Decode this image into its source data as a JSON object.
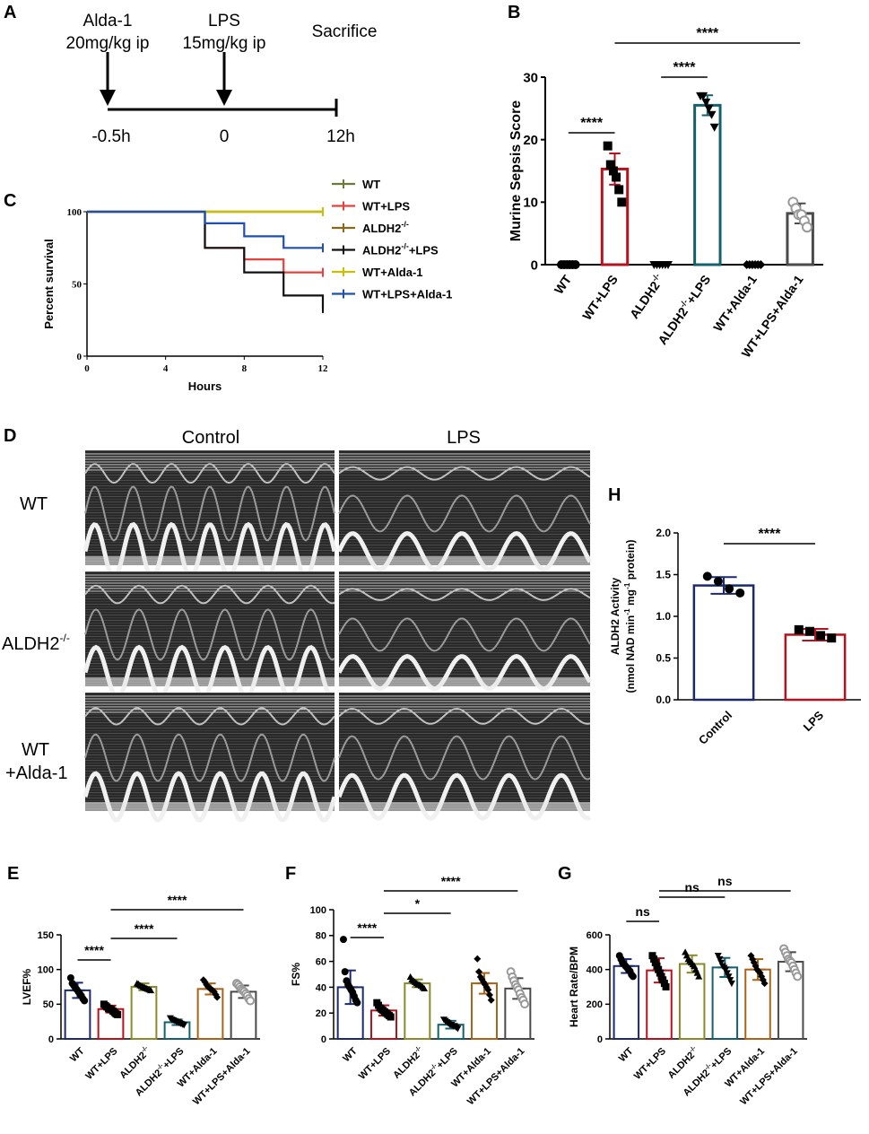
{
  "panel_labels": {
    "A": "A",
    "B": "B",
    "C": "C",
    "D": "D",
    "E": "E",
    "F": "F",
    "G": "G",
    "H": "H"
  },
  "timeline": {
    "events": [
      {
        "l1": "Alda-1",
        "l2": "20mg/kg ip",
        "tick": "-0.5h"
      },
      {
        "l1": "LPS",
        "l2": "15mg/kg ip",
        "tick": "0"
      },
      {
        "l1": "Sacrifice",
        "l2": "",
        "tick": "12h"
      }
    ]
  },
  "echo": {
    "col_titles": [
      "Control",
      "LPS"
    ],
    "row_labels": [
      {
        "main": "WT",
        "sup": "",
        "sub": ""
      },
      {
        "main": "ALDH2",
        "sup": "-/-",
        "sub": ""
      },
      {
        "main": "WT",
        "sup": "",
        "sub": "+Alda-1"
      }
    ]
  },
  "colors": {
    "WT": "#1a2a6c",
    "WT+LPS": "#b5121b",
    "ALDH2-/-": "#8a8a2a",
    "ALDH2-/-+LPS": "#14606e",
    "WT+Alda-1": "#a86418",
    "WT+LPS+Alda-1": "#4a4a4a",
    "surv_WT": "#6b7a3a",
    "surv_WT+LPS": "#e8403a",
    "surv_ALDH2": "#8b6914",
    "surv_ALDH2LPS": "#111111",
    "surv_WTAlda": "#c8c000",
    "surv_WTLPSAlda": "#1f4fb0"
  },
  "chart_data": [
    {
      "id": "B",
      "type": "bar",
      "ylabel": "Murine Sepsis Score",
      "ylim": [
        0,
        30
      ],
      "yticks": [
        "0",
        "10",
        "20",
        "30"
      ],
      "categories": [
        {
          "m": "WT",
          "s": ""
        },
        {
          "m": "WT+LPS",
          "s": ""
        },
        {
          "m": "ALDH2",
          "s": ""
        },
        {
          "m": "ALDH2",
          "s": "+LPS"
        },
        {
          "m": "WT+Alda-1",
          "s": ""
        },
        {
          "m": "WT+LPS+Alda-1",
          "s": ""
        }
      ],
      "cat_keys": [
        "WT",
        "WT+LPS",
        "ALDH2-/-",
        "ALDH2-/-+LPS",
        "WT+Alda-1",
        "WT+LPS+Alda-1"
      ],
      "values": [
        0,
        15.3,
        0,
        25.5,
        0,
        8.2
      ],
      "errors": [
        0,
        2.5,
        0,
        1.6,
        0,
        1.6
      ],
      "markers": [
        "circle",
        "square",
        "triangle-down",
        "triangle-down",
        "diamond",
        "open-circle"
      ],
      "points": [
        [
          0,
          0,
          0,
          0,
          0,
          0
        ],
        [
          19,
          16,
          15,
          14,
          12,
          10
        ],
        [
          0,
          0,
          0,
          0,
          0,
          0
        ],
        [
          27,
          27,
          26,
          25,
          24,
          22
        ],
        [
          0,
          0,
          0,
          0,
          0,
          0
        ],
        [
          10,
          9,
          8,
          8,
          7,
          6
        ]
      ],
      "sig": [
        {
          "from": 0,
          "to": 1,
          "label": "****",
          "level": 0
        },
        {
          "from": 2,
          "to": 3,
          "label": "****",
          "level": 1
        },
        {
          "from": 1,
          "to": 5,
          "label": "****",
          "level": 2
        }
      ]
    },
    {
      "id": "C",
      "type": "line",
      "xlabel": "Hours",
      "ylabel": "Percent survival",
      "xlim": [
        0,
        12
      ],
      "ylim": [
        0,
        100
      ],
      "xticks": [
        "0",
        "4",
        "8",
        "12"
      ],
      "yticks": [
        "0",
        "50",
        "100"
      ],
      "series": [
        {
          "name": "WT",
          "name_sup": "",
          "name_tail": "",
          "key": "surv_WT",
          "x": [
            0,
            12
          ],
          "y": [
            100,
            100
          ]
        },
        {
          "name": "WT+LPS",
          "name_sup": "",
          "name_tail": "",
          "key": "surv_WT+LPS",
          "x": [
            0,
            6,
            6,
            8,
            8,
            10,
            10,
            12
          ],
          "y": [
            100,
            100,
            75,
            75,
            67,
            67,
            58,
            58
          ]
        },
        {
          "name": "ALDH2",
          "name_sup": "-/-",
          "name_tail": "",
          "key": "surv_ALDH2",
          "x": [
            0,
            12
          ],
          "y": [
            100,
            100
          ]
        },
        {
          "name": "ALDH2",
          "name_sup": "-/-",
          "name_tail": "+LPS",
          "key": "surv_ALDH2LPS",
          "x": [
            0,
            6,
            6,
            8,
            8,
            10,
            10,
            12,
            12
          ],
          "y": [
            100,
            100,
            75,
            75,
            58,
            58,
            42,
            42,
            33
          ]
        },
        {
          "name": "WT+Alda-1",
          "name_sup": "",
          "name_tail": "",
          "key": "surv_WTAlda",
          "x": [
            0,
            12
          ],
          "y": [
            100,
            100
          ]
        },
        {
          "name": "WT+LPS+Alda-1",
          "name_sup": "",
          "name_tail": "",
          "key": "surv_WTLPSAlda",
          "x": [
            0,
            6,
            6,
            8,
            8,
            10,
            10,
            12
          ],
          "y": [
            100,
            100,
            92,
            92,
            83,
            83,
            75,
            75
          ]
        }
      ]
    },
    {
      "id": "H",
      "type": "bar",
      "ylabel": "ALDH2 Activity",
      "ylabel2": "(nmol NAD min",
      "ylabel2_sup": "-1",
      "ylabel2_mid": " mg",
      "ylabel2_sup2": "-1",
      "ylabel2_tail": " protein)",
      "ylim": [
        0,
        2.0
      ],
      "yticks": [
        "0.0",
        "0.5",
        "1.0",
        "1.5",
        "2.0"
      ],
      "categories": [
        "Control",
        "LPS"
      ],
      "values": [
        1.37,
        0.78
      ],
      "errors": [
        0.1,
        0.07
      ],
      "colors": [
        "#1a2a6c",
        "#b5121b"
      ],
      "markers": [
        "circle",
        "square"
      ],
      "points": [
        [
          1.48,
          1.42,
          1.33,
          1.28
        ],
        [
          0.84,
          0.82,
          0.77,
          0.74
        ]
      ],
      "sig": [
        {
          "from": 0,
          "to": 1,
          "label": "****",
          "level": 0
        }
      ]
    },
    {
      "id": "E",
      "type": "bar",
      "ylabel": "LVEF%",
      "ylim": [
        0,
        150
      ],
      "yticks": [
        "0",
        "50",
        "100",
        "150"
      ],
      "categories": [
        {
          "m": "WT",
          "s": ""
        },
        {
          "m": "WT+LPS",
          "s": ""
        },
        {
          "m": "ALDH2",
          "s": ""
        },
        {
          "m": "ALDH2",
          "s": "+LPS"
        },
        {
          "m": "WT+Alda-1",
          "s": ""
        },
        {
          "m": "WT+LPS+Alda-1",
          "s": ""
        }
      ],
      "cat_keys": [
        "WT",
        "WT+LPS",
        "ALDH2-/-",
        "ALDH2-/-+LPS",
        "WT+Alda-1",
        "WT+LPS+Alda-1"
      ],
      "values": [
        70,
        43,
        75,
        24,
        72,
        68
      ],
      "errors": [
        11,
        5,
        5,
        4,
        8,
        9
      ],
      "markers": [
        "circle",
        "square",
        "triangle-up",
        "triangle-down",
        "diamond",
        "open-circle"
      ],
      "points": [
        [
          88,
          80,
          77,
          74,
          71,
          68,
          65,
          62,
          58,
          55
        ],
        [
          50,
          48,
          46,
          44,
          43,
          42,
          40,
          38,
          36,
          35
        ],
        [
          80,
          79,
          77,
          76,
          75,
          74,
          73,
          72,
          71,
          70
        ],
        [
          30,
          28,
          27,
          26,
          25,
          24,
          23,
          22,
          21,
          20
        ],
        [
          85,
          82,
          78,
          75,
          73,
          72,
          70,
          68,
          64,
          60
        ],
        [
          80,
          78,
          75,
          72,
          70,
          68,
          65,
          62,
          58,
          55
        ]
      ],
      "sig": [
        {
          "from": 0,
          "to": 1,
          "label": "****",
          "level": 0
        },
        {
          "from": 1,
          "to": 3,
          "label": "****",
          "level": 1
        },
        {
          "from": 1,
          "to": 5,
          "label": "****",
          "level": 2
        }
      ]
    },
    {
      "id": "F",
      "type": "bar",
      "ylabel": "FS%",
      "ylim": [
        0,
        100
      ],
      "yticks": [
        "0",
        "20",
        "40",
        "60",
        "80",
        "100"
      ],
      "categories": [
        {
          "m": "WT",
          "s": ""
        },
        {
          "m": "WT+LPS",
          "s": ""
        },
        {
          "m": "ALDH2",
          "s": ""
        },
        {
          "m": "ALDH2",
          "s": "+LPS"
        },
        {
          "m": "WT+Alda-1",
          "s": ""
        },
        {
          "m": "WT+LPS+Alda-1",
          "s": ""
        }
      ],
      "cat_keys": [
        "WT",
        "WT+LPS",
        "ALDH2-/-",
        "ALDH2-/-+LPS",
        "WT+Alda-1",
        "WT+LPS+Alda-1"
      ],
      "values": [
        40,
        22,
        43,
        11,
        43,
        39
      ],
      "errors": [
        13,
        4,
        3,
        3,
        8,
        8
      ],
      "markers": [
        "circle",
        "square",
        "triangle-up",
        "triangle-down",
        "diamond",
        "open-circle"
      ],
      "points": [
        [
          77,
          52,
          45,
          42,
          40,
          38,
          36,
          33,
          30,
          28
        ],
        [
          28,
          26,
          24,
          23,
          22,
          21,
          20,
          19,
          18,
          17
        ],
        [
          48,
          46,
          45,
          44,
          43,
          42,
          42,
          41,
          40,
          39
        ],
        [
          15,
          14,
          13,
          12,
          11,
          11,
          10,
          10,
          9,
          8
        ],
        [
          62,
          52,
          48,
          46,
          44,
          42,
          40,
          38,
          34,
          30
        ],
        [
          52,
          48,
          45,
          42,
          40,
          38,
          35,
          32,
          30,
          27
        ]
      ],
      "sig": [
        {
          "from": 0,
          "to": 1,
          "label": "****",
          "level": 0
        },
        {
          "from": 1,
          "to": 3,
          "label": "*",
          "level": 1
        },
        {
          "from": 1,
          "to": 5,
          "label": "****",
          "level": 2
        }
      ]
    },
    {
      "id": "G",
      "type": "bar",
      "ylabel": "Heart Rate/BPM",
      "ylim": [
        0,
        600
      ],
      "yticks": [
        "0",
        "200",
        "400",
        "600"
      ],
      "categories": [
        {
          "m": "WT",
          "s": ""
        },
        {
          "m": "WT+LPS",
          "s": ""
        },
        {
          "m": "ALDH2",
          "s": ""
        },
        {
          "m": "ALDH2",
          "s": "+LPS"
        },
        {
          "m": "WT+Alda-1",
          "s": ""
        },
        {
          "m": "WT+LPS+Alda-1",
          "s": ""
        }
      ],
      "cat_keys": [
        "WT",
        "WT+LPS",
        "ALDH2-/-",
        "ALDH2-/-+LPS",
        "WT+Alda-1",
        "WT+LPS+Alda-1"
      ],
      "values": [
        420,
        395,
        432,
        412,
        400,
        445
      ],
      "errors": [
        40,
        70,
        50,
        55,
        60,
        55
      ],
      "markers": [
        "circle",
        "square",
        "triangle-up",
        "triangle-down",
        "diamond",
        "open-circle"
      ],
      "points": [
        [
          480,
          460,
          440,
          430,
          420,
          410,
          400,
          390,
          370,
          360
        ],
        [
          480,
          460,
          440,
          420,
          400,
          380,
          360,
          340,
          320,
          300
        ],
        [
          500,
          480,
          460,
          450,
          440,
          430,
          420,
          400,
          380,
          360
        ],
        [
          480,
          460,
          440,
          420,
          410,
          400,
          380,
          360,
          340,
          320
        ],
        [
          480,
          460,
          440,
          420,
          400,
          390,
          380,
          360,
          340,
          320
        ],
        [
          520,
          500,
          480,
          460,
          450,
          440,
          420,
          400,
          380,
          360
        ]
      ],
      "sig": [
        {
          "from": 0,
          "to": 1,
          "label": "ns",
          "level": 0
        },
        {
          "from": 1,
          "to": 3,
          "label": "ns",
          "level": 1
        },
        {
          "from": 1,
          "to": 5,
          "label": "ns",
          "level": 2
        }
      ]
    }
  ]
}
